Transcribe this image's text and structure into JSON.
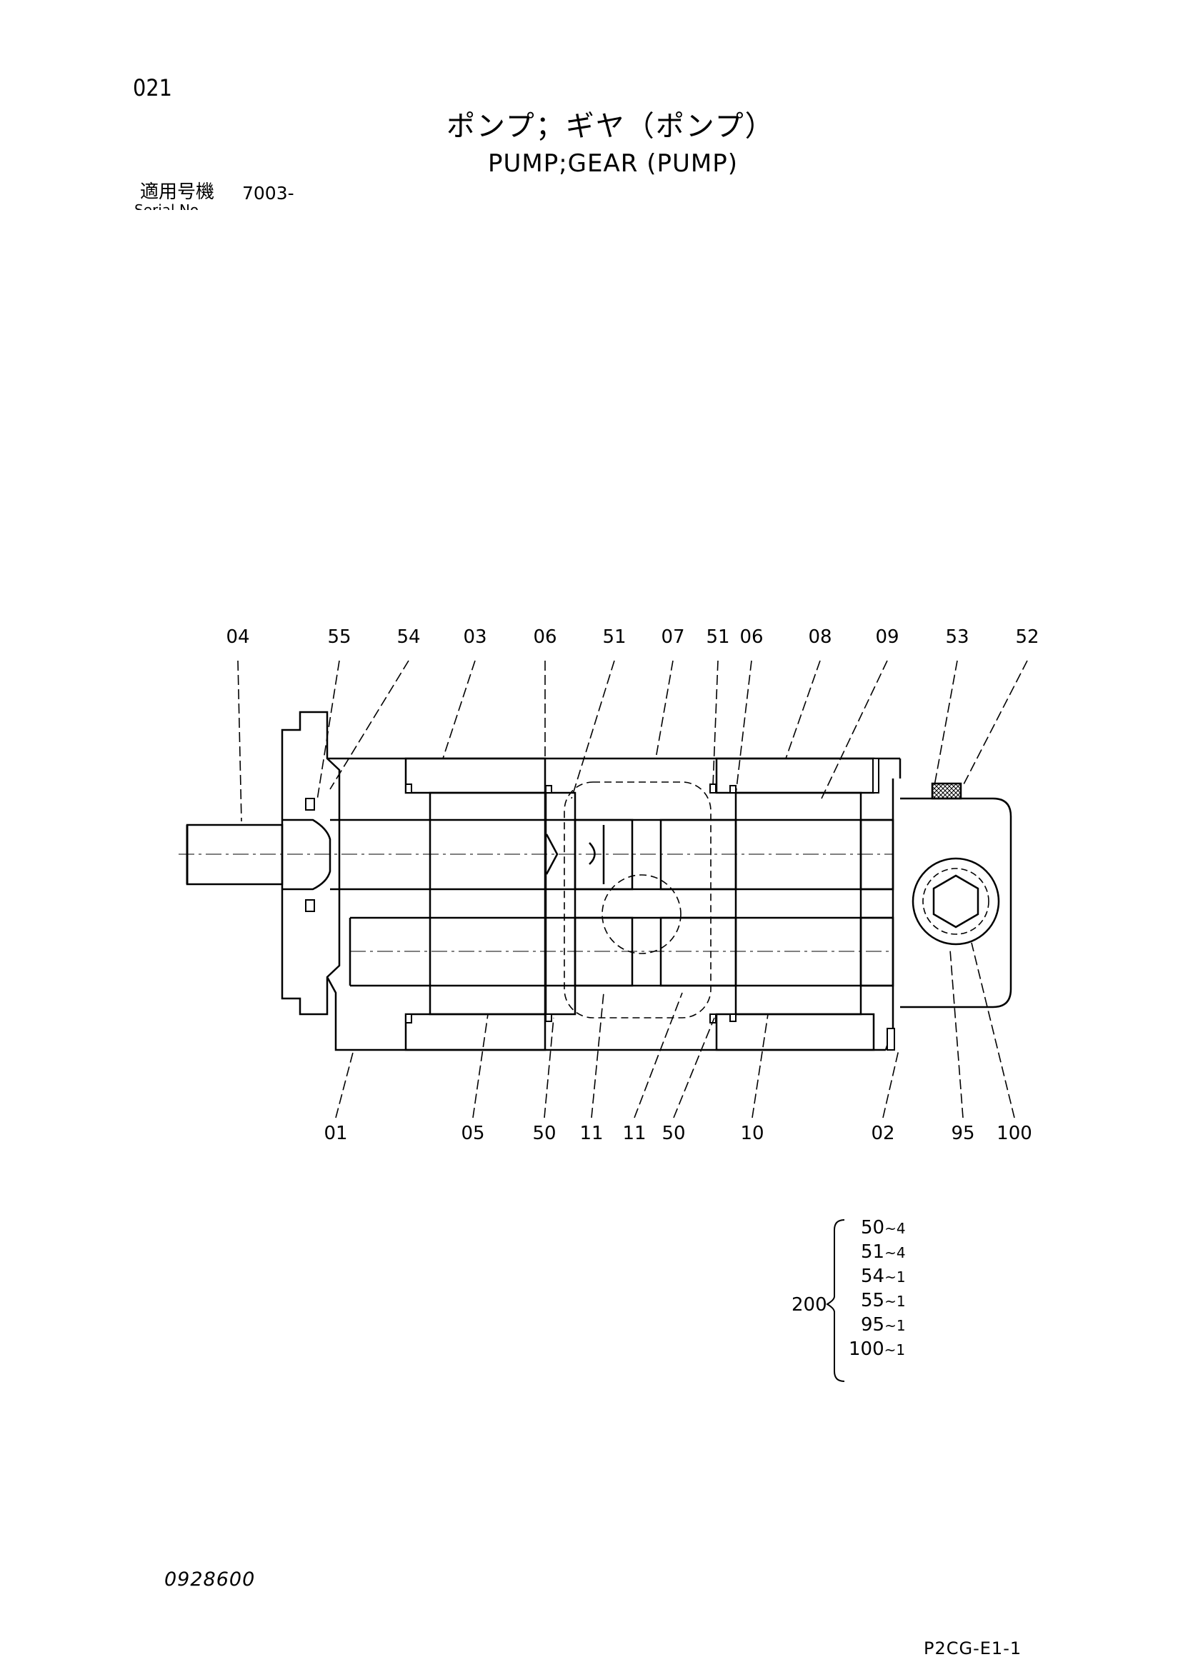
{
  "page_number": "021",
  "title_ja": "ポンプ；ギヤ（ポンプ）",
  "title_en": "PUMP;GEAR (PUMP)",
  "serial": {
    "label": "適用号機",
    "value": "7003-",
    "sub_label": "Serial No."
  },
  "diagram": {
    "callouts_top": [
      "04",
      "55",
      "54",
      "03",
      "06",
      "51",
      "07",
      "51",
      "06",
      "08",
      "09",
      "53",
      "52"
    ],
    "callouts_bottom": [
      "01",
      "05",
      "50",
      "11",
      "11",
      "50",
      "10",
      "02",
      "95",
      "100"
    ]
  },
  "kit": {
    "number": "200",
    "items": [
      {
        "part": "50",
        "qty": "~4"
      },
      {
        "part": "51",
        "qty": "~4"
      },
      {
        "part": "54",
        "qty": "~1"
      },
      {
        "part": "55",
        "qty": "~1"
      },
      {
        "part": "95",
        "qty": "~1"
      },
      {
        "part": "100",
        "qty": "~1"
      }
    ]
  },
  "doc_number": "0928600",
  "page_code": "P2CG-E1-1"
}
